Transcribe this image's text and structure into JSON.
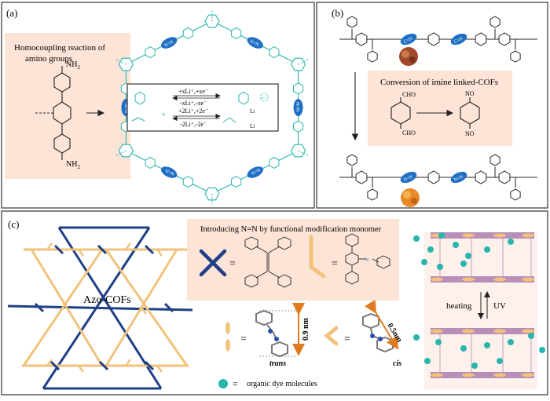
{
  "panel_a": {
    "label": "(a)",
    "note_line1": "Homocoupling reaction of",
    "note_line2": "amino groups",
    "nh2_top": "NH",
    "nh2_bottom": "NH",
    "sub2": "2",
    "azo_label": "N=N",
    "box": {
      "top_forward": "+xLi⁺,+xe⁻",
      "top_reverse": "-xLi⁺,-xe⁻",
      "bottom_forward": "+2Li⁺,+2e⁻",
      "bottom_reverse": "-2Li⁺,-2e⁻",
      "li": "Li",
      "n": "N",
      "xli": "xLi"
    }
  },
  "panel_b": {
    "label": "(b)",
    "imine_label": "C=N",
    "azo_label": "N=N",
    "conversion_title": "Conversion of imine linked-COFs",
    "cho": "CHO",
    "no": "NO"
  },
  "panel_c": {
    "label": "(c)",
    "cof_name": "Azo-COFs",
    "intro_title": "Introducing N=N by functional modification monomer",
    "equals": "=",
    "trans": "trans",
    "cis": "cis",
    "dist_trans": "0.9 nm",
    "dist_cis": "0.5nm",
    "dye_legend": "organic dye molecules",
    "heating": "heating",
    "uv": "UV"
  },
  "colors": {
    "frame": "#333333",
    "peach": "#fde4d7",
    "teal": "#27b5ad",
    "azo_blue": "#1f6fc4",
    "navy": "#1f3f86",
    "tan": "#f2c27a",
    "purple": "#b88fb8",
    "orange_arrow": "#e07b1f"
  }
}
